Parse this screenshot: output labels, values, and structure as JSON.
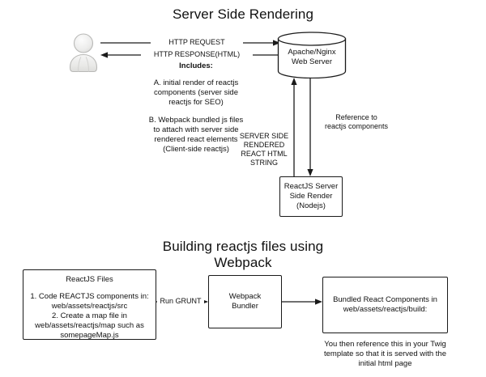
{
  "diagram": {
    "sections": [
      {
        "id": "ssr",
        "title": "Server Side Rendering"
      },
      {
        "id": "webpack",
        "title_line1": "Building reactjs files using",
        "title_line2": "Webpack"
      }
    ]
  },
  "ssr": {
    "actor": {
      "name": "user-actor"
    },
    "edges": {
      "request": "HTTP REQUEST",
      "response": "HTTP RESPONSE(HTML)",
      "ssr_string_l1": "SERVER SIDE",
      "ssr_string_l2": "RENDERED",
      "ssr_string_l3": "REACT HTML",
      "ssr_string_l4": "STRING",
      "reference_l1": "Reference to",
      "reference_l2": "reactjs components"
    },
    "includes": {
      "heading": "Includes:",
      "item_a_l1": "A. initial render of reactjs",
      "item_a_l2": "components (server side",
      "item_a_l3": "reactjs for SEO)",
      "item_b_l1": "B. Webpack bundled js files",
      "item_b_l2": "to attach with server side",
      "item_b_l3": "rendered react elements",
      "item_b_l4": "(Client-side reactjs)"
    },
    "web_server": {
      "label_l1": "Apache/Nginx",
      "label_l2": "Web Server"
    },
    "react_server": {
      "label_l1": "ReactJS Server",
      "label_l2": "Side Render",
      "label_l3": "(Nodejs)"
    }
  },
  "webpack": {
    "react_files": {
      "title": "ReactJS Files",
      "line1": "1. Code REACTJS components in:",
      "line2": "web/assets/reactjs/src",
      "line3": "2. Create a map file in",
      "line4": "web/assets/reactjs/map such as",
      "line5": "somepageMap.js"
    },
    "run_grunt_label": "Run GRUNT",
    "bundler": {
      "label_l1": "Webpack",
      "label_l2": "Bundler"
    },
    "bundled": {
      "label_l1": "Bundled React Components in",
      "label_l2": "web/assets/reactjs/build:"
    },
    "note": {
      "line1": "You then reference this in your Twig",
      "line2": "template so that it is served with the",
      "line3": "initial html page"
    }
  },
  "colors": {
    "stroke": "#1a1a1a",
    "background": "#ffffff",
    "text": "#111111",
    "actor_fill": "#ededed",
    "actor_stroke": "#bdbdbd"
  }
}
